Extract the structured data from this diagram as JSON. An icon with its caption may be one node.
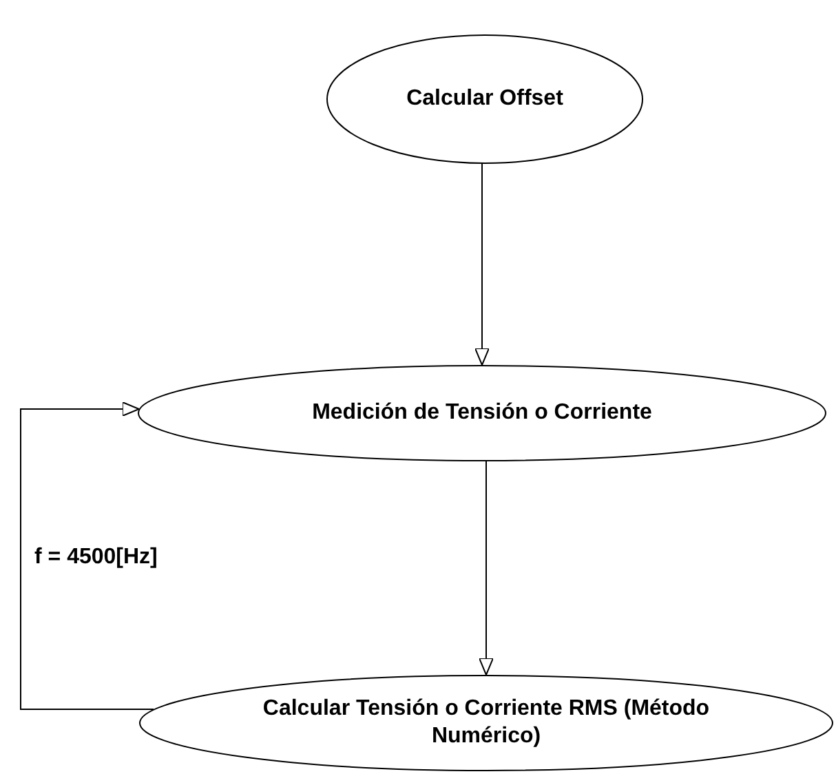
{
  "diagram": {
    "nodes": [
      {
        "text": [
          "Calcular Offset"
        ]
      },
      {
        "text": [
          "Medición de Tensión o Corriente"
        ]
      },
      {
        "text": [
          "Calcular Tensión o Corriente RMS (Método Numérico)"
        ]
      }
    ],
    "edges": [
      {
        "from": 0,
        "to": 1,
        "arrow": "to"
      },
      {
        "from": 1,
        "to": 2,
        "arrow": "to"
      },
      {
        "from": 2,
        "to": 1,
        "arrow": "to",
        "label": "f = 4500[Hz]"
      }
    ]
  }
}
